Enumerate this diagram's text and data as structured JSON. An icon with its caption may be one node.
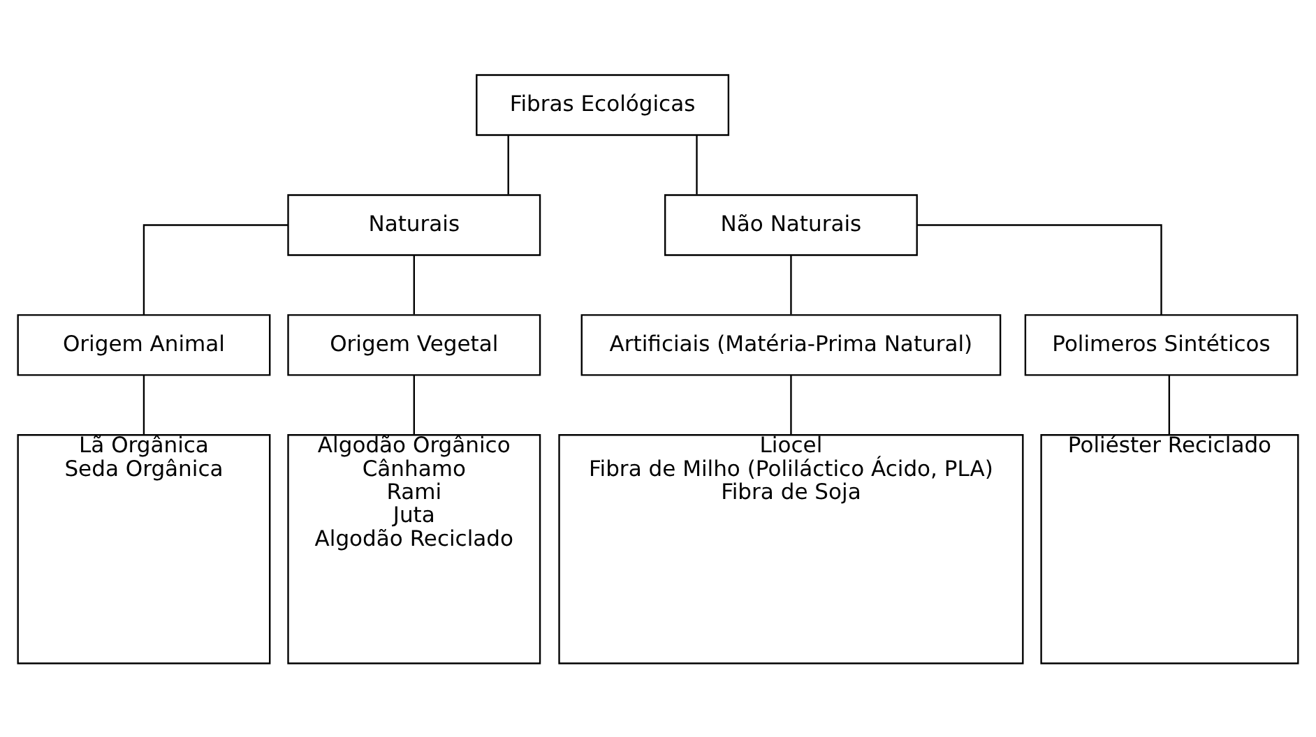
{
  "diagram": {
    "nodes": [
      {
        "text": [
          "Fibras Ecológicas"
        ]
      },
      {
        "text": [
          "Naturais"
        ]
      },
      {
        "text": [
          "Não Naturais"
        ]
      },
      {
        "text": [
          "Origem Animal"
        ]
      },
      {
        "text": [
          "Origem Vegetal"
        ]
      },
      {
        "text": [
          "Artificiais (Matéria-Prima Natural)"
        ]
      },
      {
        "text": [
          "Polimeros Sintéticos"
        ]
      },
      {
        "text": [
          "Lã Orgânica",
          "Seda Orgânica"
        ]
      },
      {
        "text": [
          "Algodão Orgânico",
          "Cânhamo",
          "Rami",
          "Juta",
          "Algodão Reciclado"
        ]
      },
      {
        "text": [
          "Liocel",
          "Fibra de Milho (Poliláctico Ácido, PLA)",
          "Fibra de Soja"
        ]
      },
      {
        "text": [
          "Poliéster Reciclado"
        ]
      }
    ],
    "edges": [
      {
        "from": 0,
        "to": 1,
        "arrow": "none"
      },
      {
        "from": 0,
        "to": 2,
        "arrow": "none"
      },
      {
        "from": 1,
        "to": 3,
        "arrow": "none"
      },
      {
        "from": 1,
        "to": 4,
        "arrow": "none"
      },
      {
        "from": 2,
        "to": 5,
        "arrow": "none"
      },
      {
        "from": 2,
        "to": 6,
        "arrow": "none"
      },
      {
        "from": 3,
        "to": 7,
        "arrow": "none"
      },
      {
        "from": 4,
        "to": 8,
        "arrow": "none"
      },
      {
        "from": 5,
        "to": 9,
        "arrow": "none"
      },
      {
        "from": 6,
        "to": 10,
        "arrow": "none"
      }
    ]
  }
}
